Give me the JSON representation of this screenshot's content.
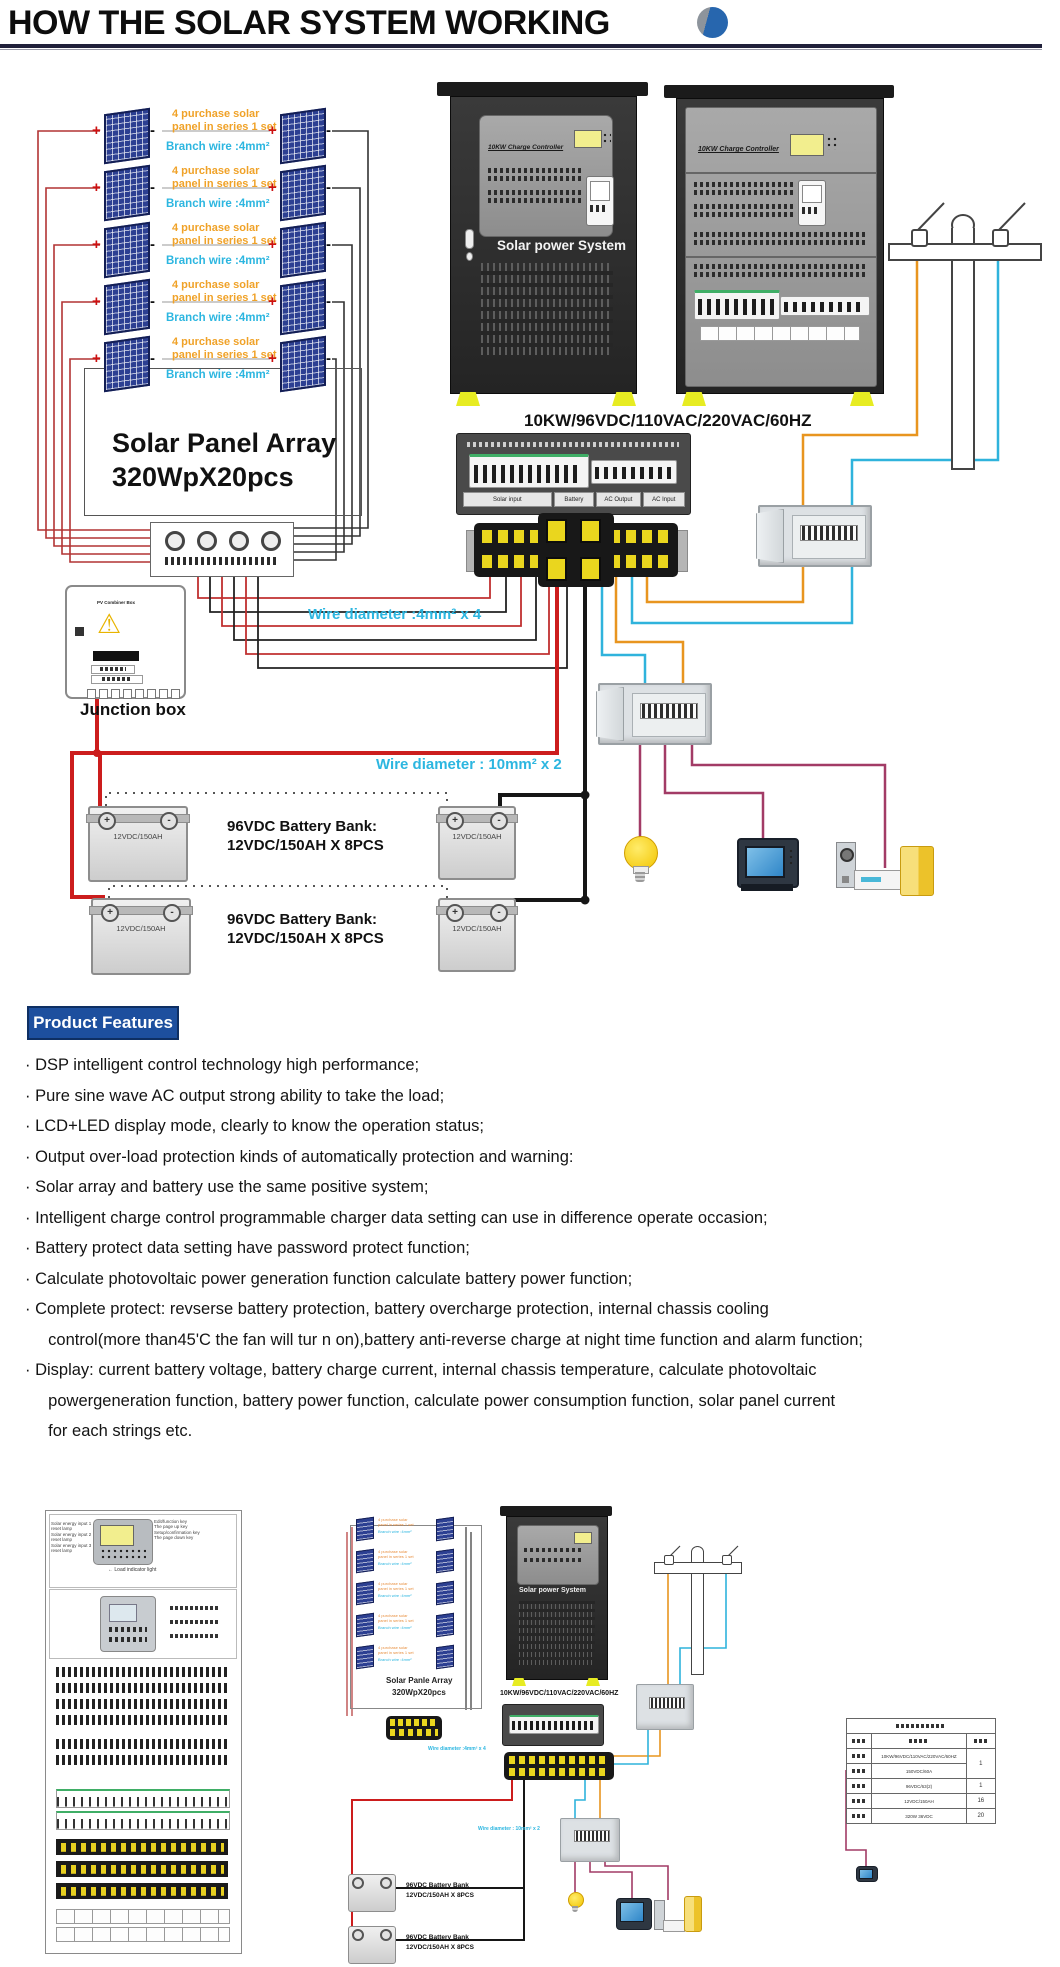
{
  "title": "HOW THE SOLAR SYSTEM WORKING",
  "colors": {
    "accent_blue": "#1d4f9e",
    "panel_blue": "#2c3f92",
    "label_orange": "#f0a228",
    "label_cyan": "#2cb6e0",
    "wire_red": "#cc1d1d",
    "wire_black": "#161616",
    "wire_orange": "#e8951f",
    "wire_cyan": "#2fb3dc",
    "wire_purple": "#a23b66",
    "terminal_yellow": "#ead61e"
  },
  "top": {
    "panel_label1": "4 purchase solar",
    "panel_label2": "panel in series 1 set",
    "branch_label": "Branch wire :4mm²",
    "plus": "+",
    "minus": "-",
    "array_title1": "Solar Panel Array",
    "array_title2": "320WpX20pcs",
    "junction_title": "PV Combiner Box",
    "junction_label": "Junction box",
    "cabinet1_top_label": "10KW Charge Controller",
    "cabinet1_label": "Solar power System",
    "cabinet2_top_label": "10KW Charge Controller",
    "spec_label": "10KW/96VDC/110VAC/220VAC/60HZ",
    "breaker_labels": [
      "Solar input",
      "Battery",
      "AC Output",
      "AC Input"
    ],
    "wire4_label": "Wire diameter :4mm² x  4",
    "wire10_label": "Wire diameter : 10mm² x  2",
    "battery_label": "12VDC/150AH",
    "bank1_line1": "96VDC Battery Bank:",
    "bank1_line2": "12VDC/150AH  X  8PCS",
    "bank2_line1": "96VDC Battery Bank:",
    "bank2_line2": "12VDC/150AH  X  8PCS"
  },
  "features": {
    "badge": "Product Features",
    "items": [
      "· DSP intelligent control technology high performance;",
      "· Pure sine wave AC output strong ability to take the load;",
      "· LCD+LED display mode, clearly to know the operation status;",
      "· Output over-load protection kinds of automatically protection and warning:",
      "· Solar array and battery use the same positive system;",
      "· Intelligent charge control programmable charger data setting can use in difference operate occasion;",
      "· Battery protect data setting have password protect function;",
      "· Calculate photovoltaic power generation function calculate battery power function;",
      "· Complete protect: revserse battery protection, battery overcharge protection, internal chassis cooling\n  control(more than45'C the fan will tur n on),battery anti-reverse charge at night time function and alarm function;",
      "· Display: current battery voltage, battery charge current, internal chassis temperature, calculate photovoltaic\n  powergeneration function, battery power function, calculate power consumption function, solar panel current\n  for each strings etc."
    ]
  },
  "bottom": {
    "panel_label1": "4 purchase solar",
    "panel_label2": "panel in series 1 set",
    "branch_label": "Branch wire :4mm²",
    "array_title1": "Solar Panle Array",
    "array_title2": "320WpX20pcs",
    "cabinet_label": "Solar power System",
    "spec_label": "10KW/96VDC/110VAC/220VAC/60HZ",
    "wire4_label": "Wire diameter :4mm² x 4",
    "wire10_label": "Wire diameter : 10mm² x 2",
    "bank_line1": "96VDC Battery Bank",
    "bank_line2": "12VDC/150AH  X  8PCS",
    "remote_notes": [
      "Edit/function key",
      "The page up key",
      "Setup/confirmation key",
      "The page down key"
    ],
    "left_notes": [
      "Solar energy input 1 reset lamp",
      "Solar energy input 2 reset lamp",
      "Solar energy input 3 reset lamp"
    ],
    "load_indicator": "← Load indicator light",
    "table": {
      "col2": [
        "10KW/96VDC/110VAC/220VAC/60HZ",
        "150VDC/60A",
        "96VDC/63(2)",
        "12VDC/150AH",
        "320W 36VDC"
      ],
      "qty": [
        "1",
        "",
        "1",
        "16",
        "20"
      ]
    }
  }
}
